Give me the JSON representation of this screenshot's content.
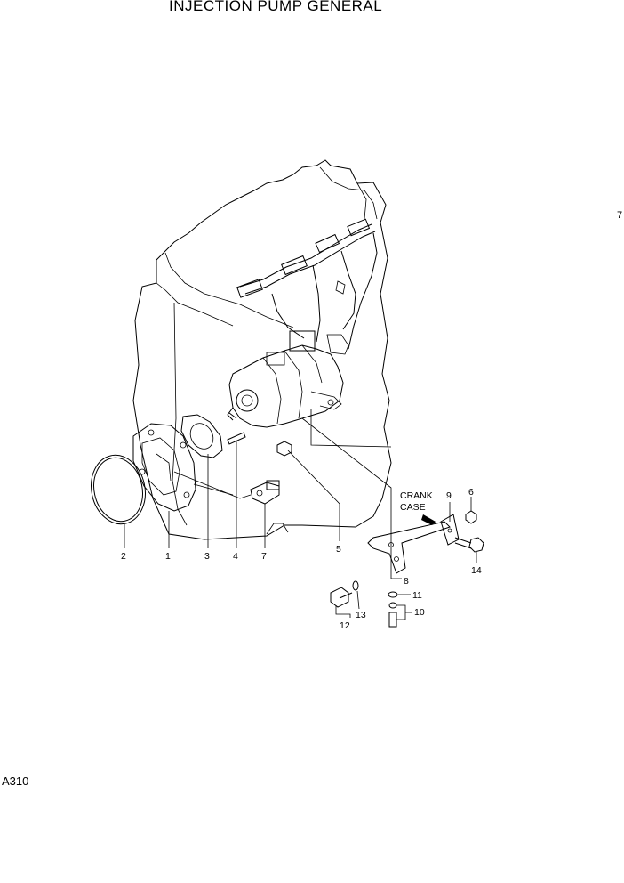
{
  "header": {
    "title": "INJECTION PUMP GENERAL"
  },
  "page_ref": "7",
  "diagram_code": "A310",
  "callouts": {
    "c1": "1",
    "c2": "2",
    "c3": "3",
    "c4": "4",
    "c5": "5",
    "c6": "6",
    "c7": "7",
    "c8": "8",
    "c9": "9",
    "c10": "10",
    "c11": "11",
    "c12": "12",
    "c13": "13",
    "c14": "14"
  },
  "annotation": {
    "line1": "CRANK",
    "line2": "CASE"
  }
}
